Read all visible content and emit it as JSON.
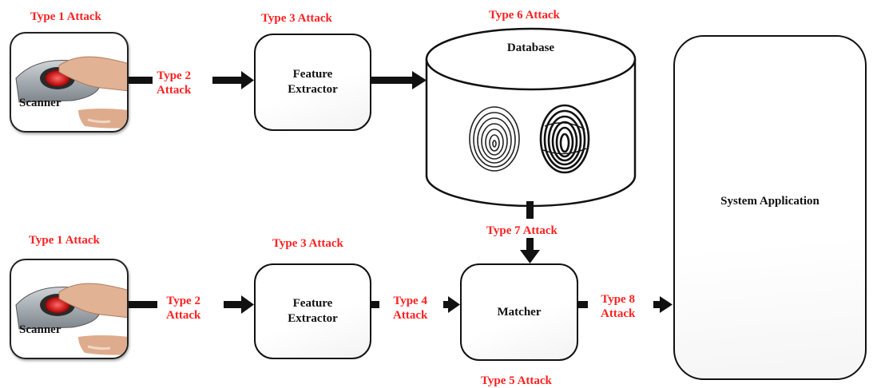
{
  "top_row": {
    "type1_attack": "Type 1 Attack",
    "scanner_label": "Scanner",
    "type2_attack_line1": "Type 2",
    "type2_attack_line2": "Attack",
    "type3_attack": "Type 3 Attack",
    "extractor_line1": "Feature",
    "extractor_line2": "Extractor"
  },
  "database": {
    "type6_attack": "Type 6 Attack",
    "label": "Database"
  },
  "bottom_row": {
    "type1_attack": "Type 1 Attack",
    "scanner_label": "Scanner",
    "type2_attack_line1": "Type 2",
    "type2_attack_line2": "Attack",
    "type3_attack": "Type 3 Attack",
    "extractor_line1": "Feature",
    "extractor_line2": "Extractor",
    "type4_attack_line1": "Type 4",
    "type4_attack_line2": "Attack",
    "type7_attack": "Type 7 Attack",
    "matcher_label": "Matcher",
    "type5_attack": "Type 5 Attack",
    "type8_attack_line1": "Type 8",
    "type8_attack_line2": "Attack"
  },
  "application": {
    "label": "System Application"
  },
  "colors": {
    "attack_text": "#ff2020",
    "stroke": "#111111"
  }
}
